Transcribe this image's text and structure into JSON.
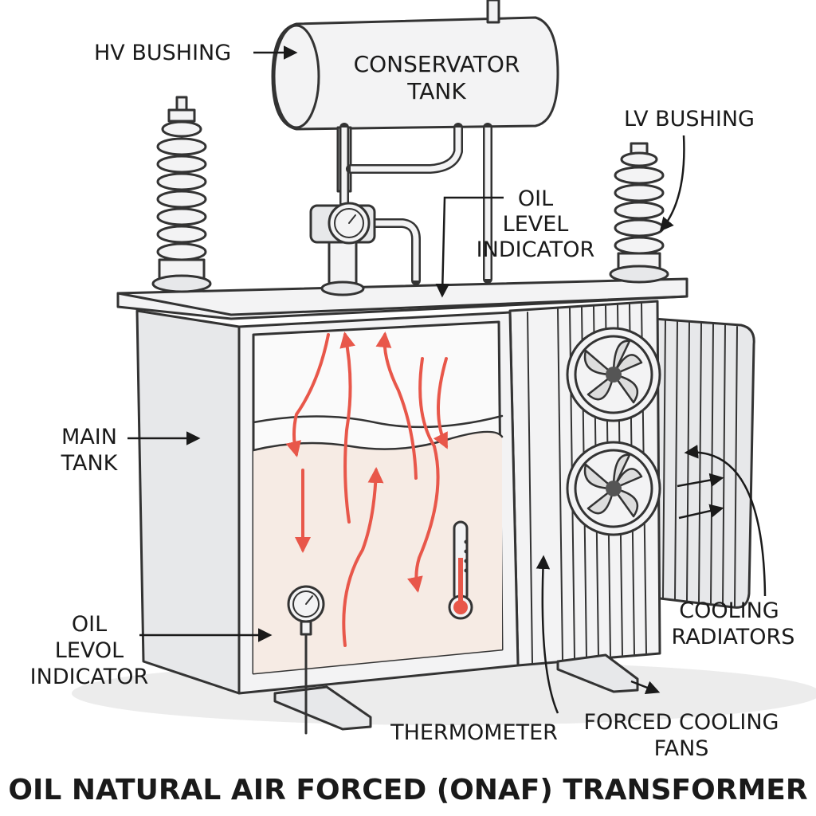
{
  "title": "OIL NATURAL AIR FORCED (ONAF) TRANSFORMER",
  "labels": {
    "hv_bushing": "HV BUSHING",
    "conservator_line1": "CONSERVATOR",
    "conservator_line2": "TANK",
    "lv_bushing": "LV BUSHING",
    "oil_level_top_line1": "OIL",
    "oil_level_top_line2": "LEVEL",
    "oil_level_top_line3": "INDICATOR",
    "main_tank_line1": "MAIN",
    "main_tank_line2": "TANK",
    "oil_level_bottom_line1": "OIL",
    "oil_level_bottom_line2": "LEVOL",
    "oil_level_bottom_line3": "INDICATOR",
    "cooling_line1": "COOLING",
    "cooling_line2": "RADIATORS",
    "thermometer": "THERMOMETER",
    "fans_line1": "FORCED COOLING",
    "fans_line2": "FANS"
  },
  "colors": {
    "oil_flow": "#e8574a",
    "oil_fill": "#f6ebe4",
    "metal": "#f3f3f4",
    "outline": "#333333"
  }
}
